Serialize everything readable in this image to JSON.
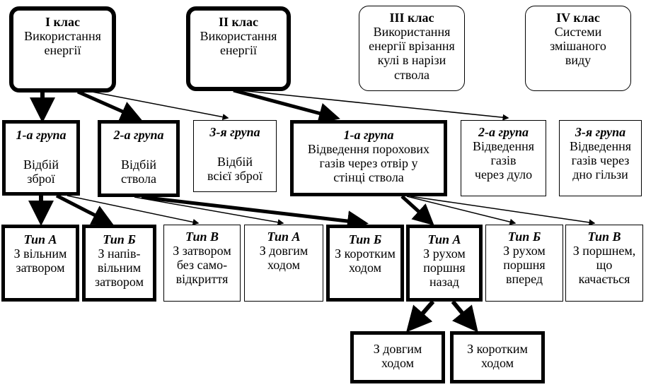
{
  "classes": [
    {
      "title": "I клас",
      "lines": [
        "Використання",
        "енергії"
      ]
    },
    {
      "title": "II клас",
      "lines": [
        "Використання",
        "енергії"
      ]
    },
    {
      "title": "III клас",
      "lines": [
        "Використання",
        "енергії врізання",
        "кулі в нарізи",
        "ствола"
      ]
    },
    {
      "title": "IV клас",
      "lines": [
        "Системи",
        "змішаного",
        "виду"
      ]
    }
  ],
  "groups": [
    {
      "title": "1-а група",
      "lines": [
        "Відбій",
        "зброї"
      ]
    },
    {
      "title": "2-а група",
      "lines": [
        "Відбій",
        "ствола"
      ]
    },
    {
      "title": "3-я група",
      "lines": [
        "Відбій",
        "всієї зброї"
      ]
    },
    {
      "title": "1-а група",
      "lines": [
        "Відведення порохових",
        "газів через отвір у",
        "стінці ствола"
      ]
    },
    {
      "title": "2-а група",
      "lines": [
        "Відведення",
        "газів",
        "через дуло"
      ]
    },
    {
      "title": "3-я група",
      "lines": [
        "Відведення",
        "газів через",
        "дно гільзи"
      ]
    }
  ],
  "types": [
    {
      "title": "Тип А",
      "lines": [
        "З вільним",
        "затвором"
      ]
    },
    {
      "title": "Тип Б",
      "lines": [
        "З напів-",
        "вільним",
        "затвором"
      ]
    },
    {
      "title": "Тип В",
      "lines": [
        "З затвором",
        "без само-",
        "відкриття"
      ]
    },
    {
      "title": "Тип А",
      "lines": [
        "З довгим",
        "ходом"
      ]
    },
    {
      "title": "Тип Б",
      "lines": [
        "З коротким",
        "ходом"
      ]
    },
    {
      "title": "Тип А",
      "lines": [
        "З рухом",
        "поршня",
        "назад"
      ]
    },
    {
      "title": "Тип Б",
      "lines": [
        "З рухом",
        "поршня",
        "вперед"
      ]
    },
    {
      "title": "Тип В",
      "lines": [
        "З поршнем,",
        "що",
        "качається"
      ]
    }
  ],
  "subtypes": [
    {
      "lines": [
        "З довгим",
        "ходом"
      ]
    },
    {
      "lines": [
        "З коротким",
        "ходом"
      ]
    }
  ]
}
